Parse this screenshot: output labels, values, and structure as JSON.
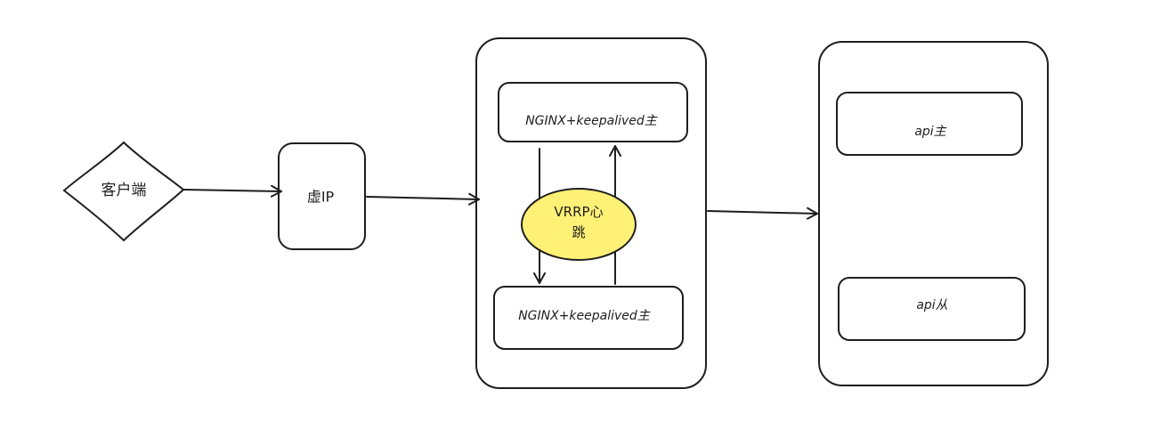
{
  "diagram": {
    "nodes": {
      "client": {
        "label": "客户端",
        "shape": "diamond"
      },
      "vip": {
        "label": "虚IP",
        "shape": "rounded-rect"
      },
      "nginx_group": {
        "shape": "rounded-rect-container"
      },
      "nginx_master": {
        "label": "NGINX+keepalived主",
        "shape": "rounded-rect"
      },
      "nginx_backup": {
        "label": "NGINX+keepalived主",
        "shape": "rounded-rect"
      },
      "heartbeat": {
        "label_line1": "VRRP心",
        "label_line2": "跳",
        "shape": "ellipse",
        "fill": "#fff176"
      },
      "api_group": {
        "shape": "rounded-rect-container"
      },
      "api_master": {
        "label": "api主",
        "shape": "rounded-rect"
      },
      "api_slave": {
        "label": "api从",
        "shape": "rounded-rect"
      }
    },
    "edges": [
      {
        "from": "client",
        "to": "vip"
      },
      {
        "from": "vip",
        "to": "nginx_group"
      },
      {
        "from": "nginx_master",
        "to": "nginx_backup"
      },
      {
        "from": "nginx_backup",
        "to": "nginx_master"
      },
      {
        "from": "nginx_group",
        "to": "api_group"
      }
    ],
    "colors": {
      "stroke": "#1e1e1e",
      "heartbeat_fill": "#fff176",
      "background": "#ffffff"
    }
  }
}
